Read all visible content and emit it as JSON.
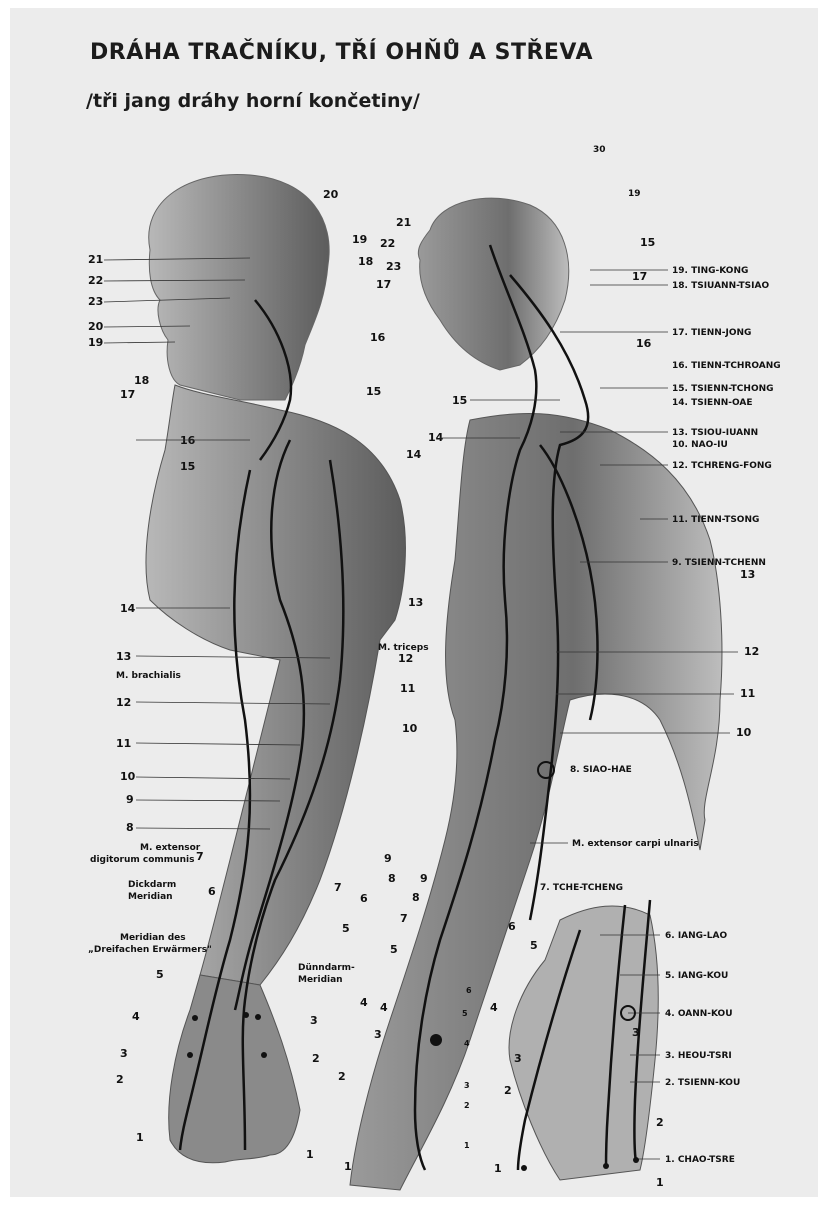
{
  "title": "DRÁHA TRAČNÍKU, TŘÍ OHŇŮ A STŘEVA",
  "subtitle": "/tři jang dráhy horní končetiny/",
  "figure_left": {
    "head_points": [
      "20",
      "19",
      "18",
      "17",
      "21",
      "22",
      "23",
      "20",
      "19",
      "18",
      "17",
      "16",
      "15",
      "14"
    ],
    "arm_left_labels": [
      "16",
      "15",
      "14",
      "13",
      "12",
      "11",
      "10",
      "9",
      "8",
      "7",
      "6",
      "5",
      "4",
      "3",
      "2",
      "1"
    ],
    "arm_right_labels": [
      "14",
      "13",
      "12",
      "11",
      "10",
      "9",
      "8",
      "7",
      "6",
      "5",
      "4",
      "3",
      "2",
      "1"
    ],
    "annotations": {
      "triceps": "M. triceps",
      "brachialis": "M. brachialis",
      "extensor_digitorum": "M. extensor",
      "extensor_digitorum_2": "digitorum communis",
      "dickdarm": "Dickdarm",
      "dickdarm_2": "Meridian",
      "dreifachen": "Meridian des",
      "dreifachen_2": "„Dreifachen Erwärmers\"",
      "dunndarm": "Dünndarm-",
      "dunndarm_2": "Meridian"
    }
  },
  "figure_right": {
    "head_numbers": [
      "30",
      "19",
      "21",
      "22",
      "23",
      "15",
      "17"
    ],
    "points": [
      "19. TING-KONG",
      "18. TSIUANN-TSIAO",
      "17. TIENN-JONG",
      "16. TIENN-TCHROANG",
      "15. TSIENN-TCHONG",
      "14. TSIENN-OAE",
      "13. TSIOU-IUANN",
      "10. NAO-IU",
      "12. TCHRENG-FONG",
      "11. TIENN-TSONG",
      "9. TSIENN-TCHENN",
      "8. SIAO-HAE",
      "7. TCHE-TCHENG",
      "6. IANG-LAO",
      "5. IANG-KOU",
      "4. OANN-KOU",
      "3. HEOU-TSRI",
      "2. TSIENN-KOU",
      "1. CHAO-TSRE"
    ],
    "left_numbers": [
      "16",
      "15",
      "14",
      "13",
      "12",
      "11",
      "10",
      "9",
      "8",
      "7",
      "6",
      "5",
      "4",
      "3",
      "2",
      "1"
    ],
    "annotation": "M. extensor carpi ulnaris"
  },
  "hand": {
    "left_numbers": [
      "5",
      "4",
      "3",
      "2",
      "1"
    ],
    "right_numbers": [
      "3",
      "2",
      "1"
    ]
  },
  "colors": {
    "paper": "#ececec",
    "ink": "#111111",
    "body": "#8d8d8d",
    "shadow": "#555555"
  }
}
